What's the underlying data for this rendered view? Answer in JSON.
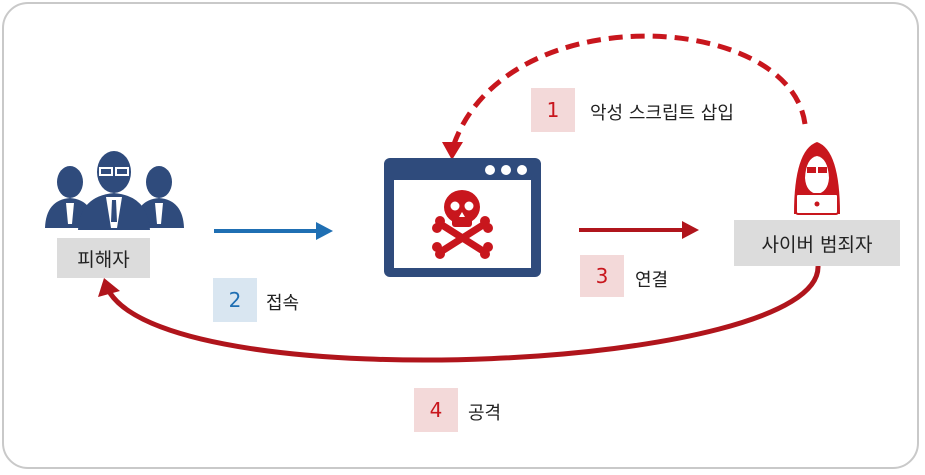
{
  "colors": {
    "red": "#c8161d",
    "dark_red": "#b0151c",
    "blue": "#1f6fb3",
    "navy": "#2f4b7c"
  },
  "actors": {
    "victim": {
      "label": "피해자",
      "icon": "users-group-icon"
    },
    "attacker": {
      "label": "사이버 범죄자",
      "icon": "hooded-hacker-icon"
    },
    "website": {
      "icon": "skull-browser-window-icon"
    }
  },
  "steps": [
    {
      "number": "1",
      "label": "악성 스크립트 삽입"
    },
    {
      "number": "2",
      "label": "접속"
    },
    {
      "number": "3",
      "label": "연결"
    },
    {
      "number": "4",
      "label": "공격"
    }
  ]
}
